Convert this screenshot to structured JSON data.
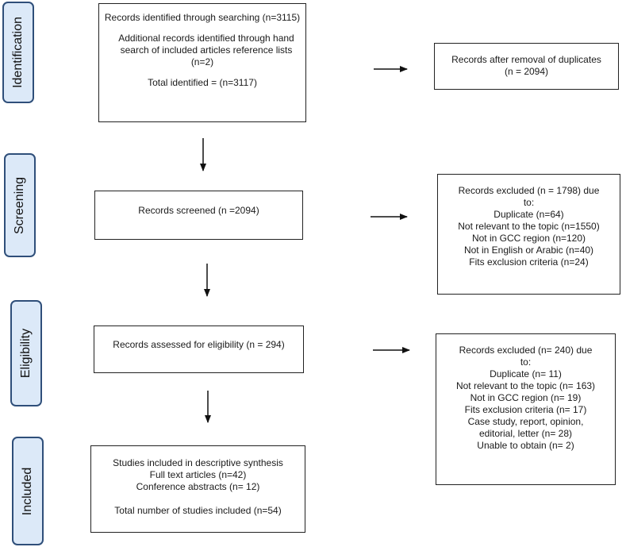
{
  "phases": {
    "identification": "Identification",
    "screening": "Screening",
    "eligibility": "Eligibility",
    "included": "Included"
  },
  "identification_box": {
    "searching": "Records identified through searching (n=3115)",
    "hand_search": [
      "Additional records identified through hand",
      "search of included articles reference lists",
      "(n=2)"
    ],
    "total": "Total identified = (n=3117)"
  },
  "duplicates_box": [
    "Records after removal of duplicates",
    "(n = 2094)"
  ],
  "screened_box": "Records screened (n =2094)",
  "screen_excluded_box": [
    "Records excluded (n = 1798) due",
    "to:",
    "Duplicate (n=64)",
    "Not relevant to the topic (n=1550)",
    "Not in GCC region (n=120)",
    "Not in English or Arabic (n=40)",
    "Fits exclusion criteria (n=24)"
  ],
  "eligibility_box": "Records assessed for eligibility (n = 294)",
  "elig_excluded_box": [
    "Records excluded (n= 240) due",
    "to:",
    "Duplicate (n= 11)",
    "Not relevant to the topic (n= 163)",
    "Not in GCC region (n= 19)",
    "Fits exclusion criteria (n= 17)",
    "Case study, report, opinion,",
    "editorial, letter (n= 28)",
    "Unable to obtain (n= 2)"
  ],
  "included_box": {
    "lines": [
      "Studies included in descriptive synthesis",
      "Full text articles (n=42)",
      "Conference abstracts (n= 12)"
    ],
    "total": "Total number of studies included (n=54)"
  }
}
